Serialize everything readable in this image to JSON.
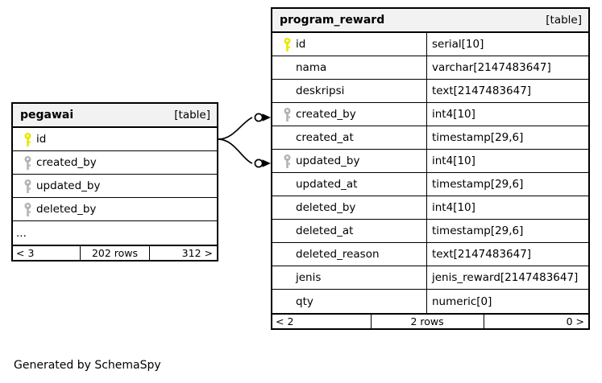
{
  "diagram": {
    "caption": "Generated by SchemaSpy",
    "background_color": "#ffffff",
    "border_color": "#000000",
    "header_fill": "#f2f2f2",
    "primary_key_color": "#e8e800",
    "foreign_key_color": "#b3b3b3"
  },
  "tables": [
    {
      "id": "pegawai",
      "name": "pegawai",
      "type_label": "[table]",
      "show_types": false,
      "columns": [
        {
          "name": "id",
          "key": "primary",
          "type": ""
        },
        {
          "name": "created_by",
          "key": "foreign",
          "type": ""
        },
        {
          "name": "updated_by",
          "key": "foreign",
          "type": ""
        },
        {
          "name": "deleted_by",
          "key": "foreign",
          "type": ""
        },
        {
          "name": "...",
          "key": "none",
          "type": ""
        }
      ],
      "footer": {
        "left": "< 3",
        "middle": "202 rows",
        "right": "312 >"
      }
    },
    {
      "id": "program_reward",
      "name": "program_reward",
      "type_label": "[table]",
      "show_types": true,
      "columns": [
        {
          "name": "id",
          "key": "primary",
          "type": "serial[10]"
        },
        {
          "name": "nama",
          "key": "none",
          "type": "varchar[2147483647]"
        },
        {
          "name": "deskripsi",
          "key": "none",
          "type": "text[2147483647]"
        },
        {
          "name": "created_by",
          "key": "foreign",
          "type": "int4[10]"
        },
        {
          "name": "created_at",
          "key": "none",
          "type": "timestamp[29,6]"
        },
        {
          "name": "updated_by",
          "key": "foreign",
          "type": "int4[10]"
        },
        {
          "name": "updated_at",
          "key": "none",
          "type": "timestamp[29,6]"
        },
        {
          "name": "deleted_by",
          "key": "none",
          "type": "int4[10]"
        },
        {
          "name": "deleted_at",
          "key": "none",
          "type": "timestamp[29,6]"
        },
        {
          "name": "deleted_reason",
          "key": "none",
          "type": "text[2147483647]"
        },
        {
          "name": "jenis",
          "key": "none",
          "type": "jenis_reward[2147483647]"
        },
        {
          "name": "qty",
          "key": "none",
          "type": "numeric[0]"
        }
      ],
      "footer": {
        "left": "< 2",
        "middle": "2 rows",
        "right": "0 >"
      }
    }
  ],
  "relationships": [
    {
      "from_table": "pegawai",
      "from_column": "id",
      "to_table": "program_reward",
      "to_column": "created_by",
      "cardinality": "zero-or-many"
    },
    {
      "from_table": "pegawai",
      "from_column": "id",
      "to_table": "program_reward",
      "to_column": "updated_by",
      "cardinality": "zero-or-many"
    }
  ]
}
